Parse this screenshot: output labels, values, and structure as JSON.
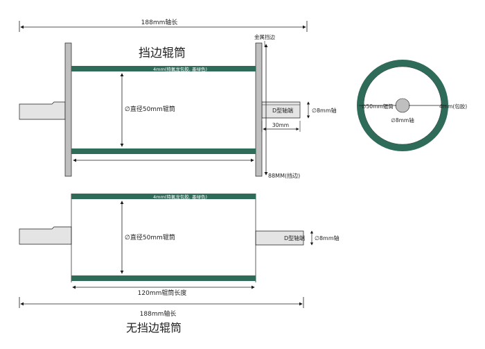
{
  "colors": {
    "coating": "#2e6b58",
    "flange": "#bfbfbf",
    "shaft": "#e4e4e4",
    "line": "#1a1a1a"
  },
  "labels": {
    "top_shaft_length": "188mm轴长",
    "metal_flange": "金属挡边",
    "top_title": "挡边辊筒",
    "top_coating": "4mm(特氟龙包胶, 墨绿色)",
    "top_diameter": "∅直径50mm辊筒",
    "top_d_shaft_end": "D型轴端",
    "top_shaft_dia": "∅8mm轴",
    "top_shaft_ext": "30mm",
    "top_flange_dia": "88MM(挡边)",
    "bottom_coating": "4mm(特氟龙包胶, 墨绿色)",
    "bottom_diameter": "∅直径50mm辊筒",
    "bottom_d_shaft_end": "D型轴端",
    "bottom_shaft_dia": "∅8mm轴",
    "bottom_tube_length": "120mm辊筒长度",
    "bottom_shaft_length": "188mm轴长",
    "bottom_title": "无挡边辊筒",
    "section_tube": "∅50mm辊筒",
    "section_shaft": "∅8mm轴",
    "section_coating": "4mm(包胶)"
  }
}
